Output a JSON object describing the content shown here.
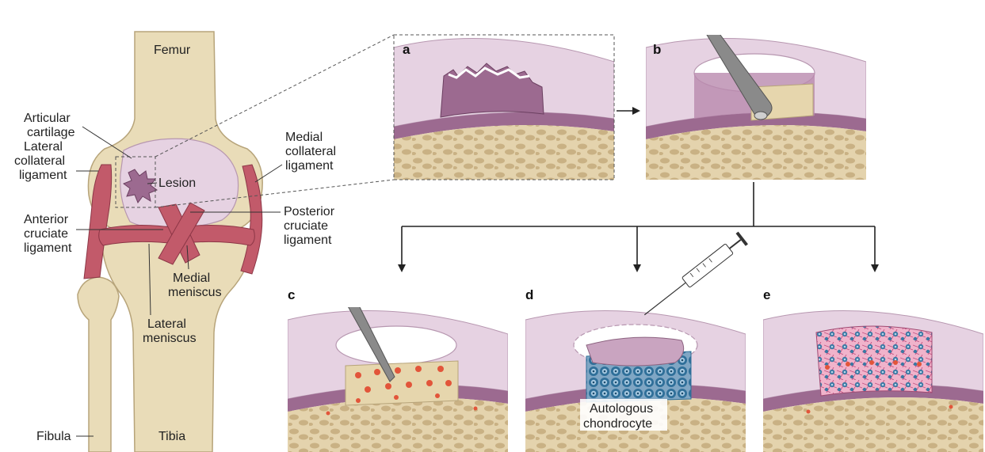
{
  "anatomy_labels": {
    "femur": "Femur",
    "articular_cartilage_line1": "Articular",
    "articular_cartilage_line2": "cartilage",
    "lateral_collateral_line1": "Lateral",
    "lateral_collateral_line2": "collateral",
    "lateral_collateral_line3": "ligament",
    "lesion": "Lesion",
    "medial_collateral_line1": "Medial",
    "medial_collateral_line2": "collateral",
    "medial_collateral_line3": "ligament",
    "anterior_cruciate_line1": "Anterior",
    "anterior_cruciate_line2": "cruciate",
    "anterior_cruciate_line3": "ligament",
    "posterior_cruciate_line1": "Posterior",
    "posterior_cruciate_line2": "cruciate",
    "posterior_cruciate_line3": "ligament",
    "medial_meniscus_line1": "Medial",
    "medial_meniscus_line2": "meniscus",
    "lateral_meniscus_line1": "Lateral",
    "lateral_meniscus_line2": "meniscus",
    "fibula": "Fibula",
    "tibia": "Tibia"
  },
  "panels": {
    "a": "a",
    "b": "b",
    "c": "c",
    "d": "d",
    "e": "e"
  },
  "panel_d_caption_line1": "Autologous",
  "panel_d_caption_line2": "chondrocyte",
  "colors": {
    "bone": "#e9dcb8",
    "bone_dark": "#c9b68a",
    "cartilage": "#e6d2e2",
    "cartilage_dark": "#a77a9c",
    "ligament": "#c25a6a",
    "lesion_fill": "#9c6a90",
    "marrow_blood": "#e2553a",
    "chondrocyte": "#2f6f99",
    "neotissue": "#f2b6cc",
    "instrument": "#8a8a8a"
  }
}
